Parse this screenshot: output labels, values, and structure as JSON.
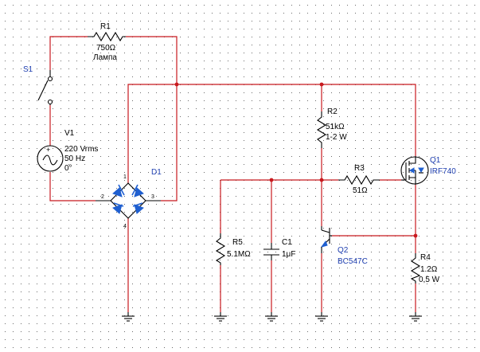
{
  "colors": {
    "wire": "#c8191e",
    "component": "#000000",
    "reference": "#1f3fb0",
    "diode_fill": "#1f5fd0",
    "grid_dot": "#6a6a6a",
    "junction": "#c8191e"
  },
  "components": {
    "r1": {
      "ref": "R1",
      "value": "750Ω",
      "extra": "Лампа"
    },
    "s1": {
      "ref": "S1"
    },
    "v1": {
      "ref": "V1",
      "value": "220 Vrms",
      "freq": "50 Hz",
      "phase": "0°"
    },
    "d1": {
      "ref": "D1",
      "pin1": "1",
      "pin2": "2",
      "pin3": "3",
      "pin4": "4"
    },
    "r2": {
      "ref": "R2",
      "value": "51kΩ",
      "extra": "1-2 W"
    },
    "r3": {
      "ref": "R3",
      "value": "51Ω"
    },
    "q1": {
      "ref": "Q1",
      "model": "IRF740"
    },
    "q2": {
      "ref": "Q2",
      "model": "BC547C"
    },
    "r5": {
      "ref": "R5",
      "value": "5.1MΩ"
    },
    "c1": {
      "ref": "C1",
      "value": "1μF"
    },
    "r4": {
      "ref": "R4",
      "value": "1.2Ω",
      "extra": "0,5 W"
    }
  }
}
